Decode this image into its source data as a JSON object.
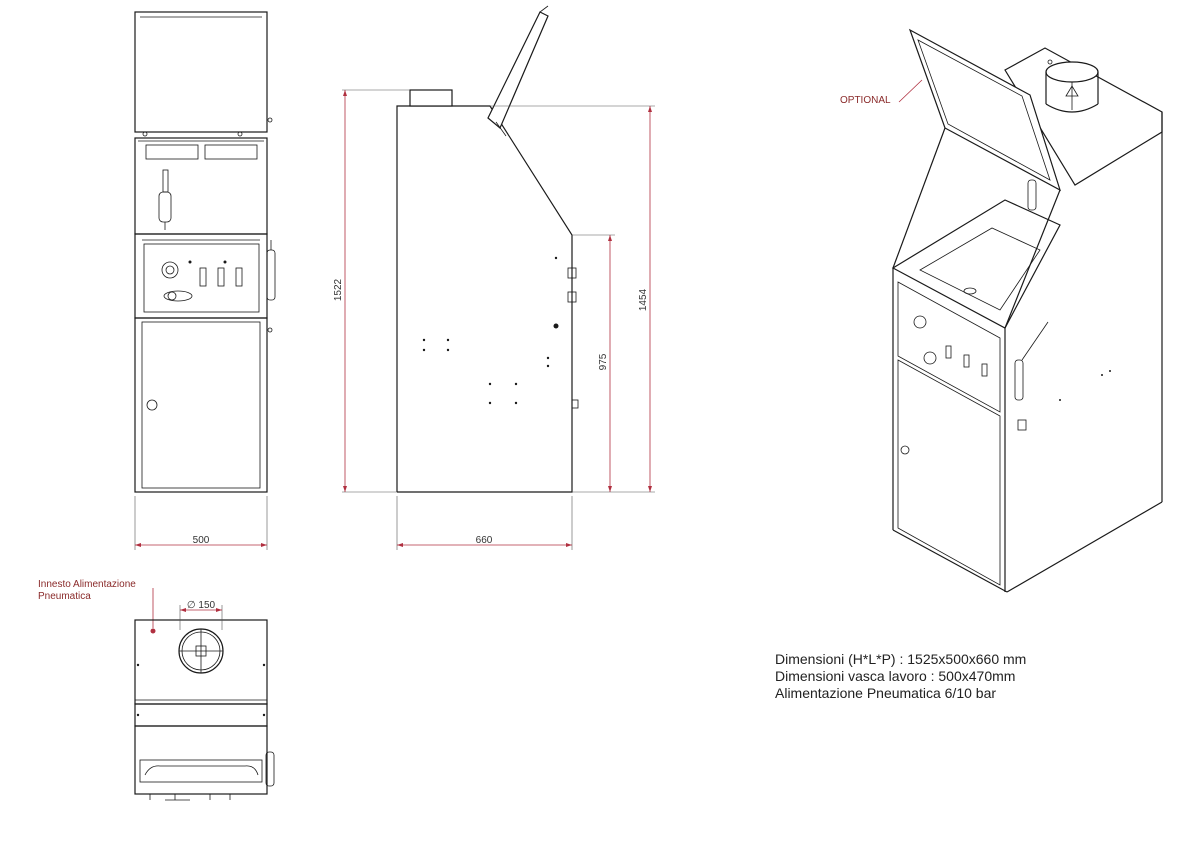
{
  "dimensions": {
    "front_width": "500",
    "side_depth": "660",
    "total_height": "1522",
    "cabinet_height": "1454",
    "work_height": "975",
    "duct_diameter": "∅ 150"
  },
  "labels": {
    "optional": "OPTIONAL",
    "air_inlet_line1": "Innesto Alimentazione",
    "air_inlet_line2": "Pneumatica"
  },
  "specs": [
    "Dimensioni (H*L*P) : 1525x500x660 mm",
    "Dimensioni vasca lavoro : 500x470mm",
    "Alimentazione Pneumatica 6/10 bar"
  ],
  "colors": {
    "dimension_line": "#b03040",
    "label_text": "#8a2a2a",
    "outline": "#1a1a1a"
  }
}
